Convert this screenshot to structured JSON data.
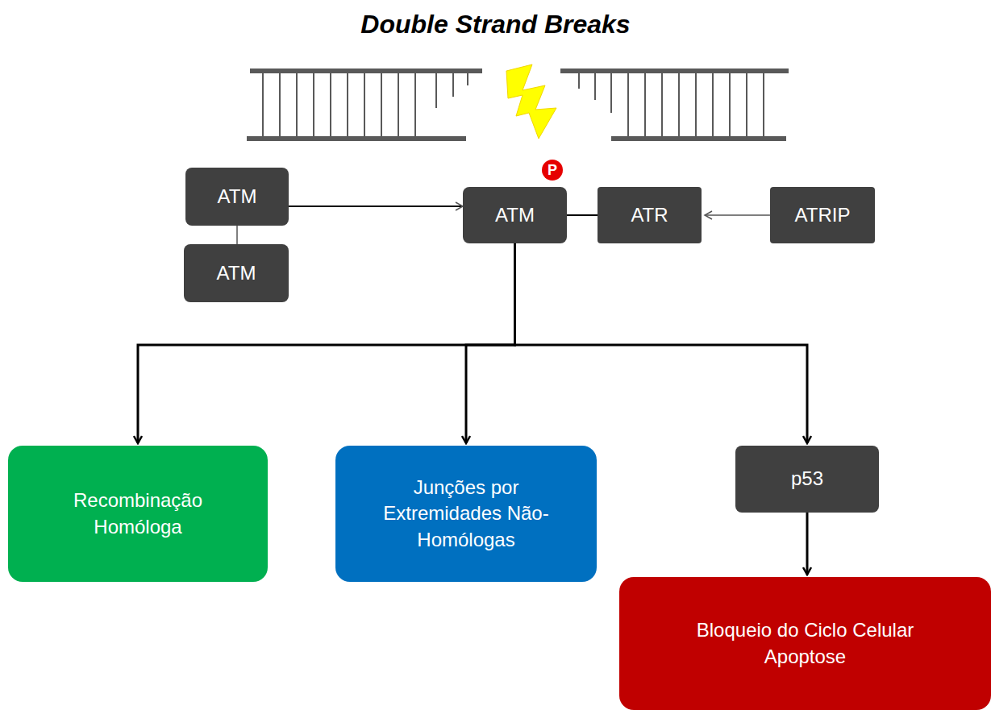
{
  "diagram": {
    "title": "Double Strand Breaks",
    "nodes": [
      {
        "text": [
          "ATM"
        ]
      },
      {
        "text": [
          "ATM"
        ]
      },
      {
        "text": [
          "P"
        ]
      },
      {
        "text": [
          "ATM"
        ]
      },
      {
        "text": [
          "ATR"
        ]
      },
      {
        "text": [
          "ATRIP"
        ]
      },
      {
        "text": [
          "Recombinação Homóloga"
        ]
      },
      {
        "text": [
          "Junções por Extremidades Não-Homólogas"
        ]
      },
      {
        "text": [
          "p53"
        ]
      },
      {
        "text": [
          "Bloqueio do Ciclo Celular Apoptose"
        ]
      }
    ],
    "edges": [
      {
        "from": 0,
        "to": 1,
        "arrow": "none"
      },
      {
        "from": 0,
        "to": 3,
        "arrow": "to"
      },
      {
        "from": 3,
        "to": 4,
        "arrow": "none"
      },
      {
        "from": 5,
        "to": 4,
        "arrow": "to"
      },
      {
        "from": 3,
        "to": 6,
        "arrow": "to"
      },
      {
        "from": 3,
        "to": 7,
        "arrow": "to"
      },
      {
        "from": 3,
        "to": 8,
        "arrow": "to"
      },
      {
        "from": 8,
        "to": 9,
        "arrow": "to"
      }
    ]
  }
}
